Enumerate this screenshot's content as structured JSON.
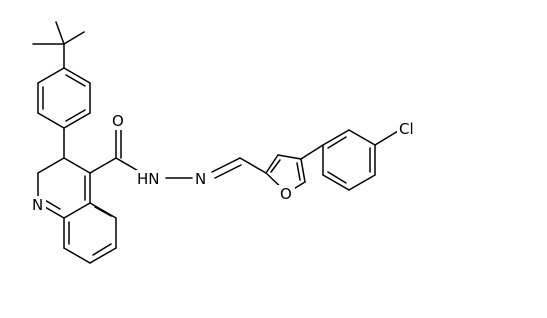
{
  "molecule": {
    "atom_labels": {
      "nitrogen_quinoline": "N",
      "amide_nh": "HN",
      "hydrazone_n": "N",
      "carbonyl_o": "O",
      "furan_o": "O",
      "chlorine": "Cl"
    }
  }
}
